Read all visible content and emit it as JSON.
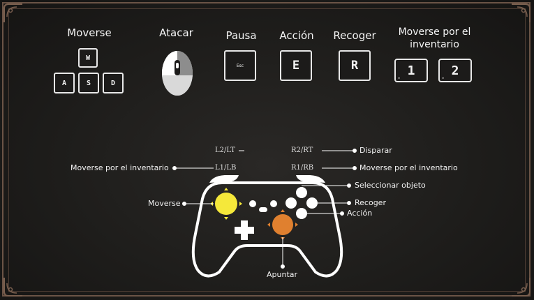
{
  "keyboard": {
    "move": {
      "title": "Moverse",
      "keys": [
        "W",
        "A",
        "S",
        "D"
      ]
    },
    "attack": {
      "title": "Atacar",
      "icon": "mouse-left-click-icon"
    },
    "pause": {
      "title": "Pausa",
      "key": "Esc"
    },
    "action": {
      "title": "Acción",
      "key": "E"
    },
    "pickup": {
      "title": "Recoger",
      "key": "R"
    },
    "inventory": {
      "title_line1": "Moverse por el",
      "title_line2": "inventario",
      "keys": [
        "1",
        "2"
      ]
    }
  },
  "controller": {
    "left_trigger": "L2/LT",
    "left_bumper": "L1/LB",
    "right_trigger": "R2/RT",
    "right_bumper": "R1/RB",
    "labels": {
      "shoot": "Disparar",
      "inventory_left": "Moverse por el inventario",
      "inventory_right": "Moverse por el inventario",
      "select_item": "Seleccionar objeto",
      "move": "Moverse",
      "pickup": "Recoger",
      "action": "Acción",
      "aim": "Apuntar"
    },
    "colors": {
      "left_stick": "#f5e83a",
      "right_stick": "#e0802f",
      "outline": "#ffffff"
    }
  }
}
